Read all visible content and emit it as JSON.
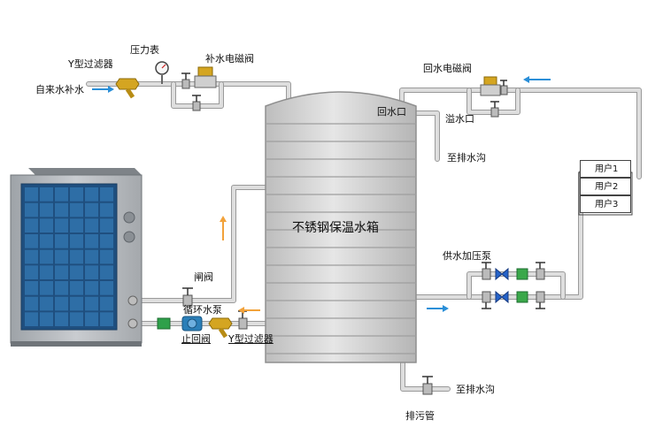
{
  "title": "不锈钢保温水箱",
  "labels": {
    "y_filter_top": "Y型过滤器",
    "pressure_gauge": "压力表",
    "makeup_valve": "补水电磁阀",
    "tap_water": "自来水补水",
    "return_valve": "回水电磁阀",
    "return_port": "回水口",
    "overflow_port": "溢水口",
    "drain_top": "至排水沟",
    "gate_valve": "闸阀",
    "circ_pump": "循环水泵",
    "check_valve": "止回阀",
    "y_filter_bottom": "Y型过滤器",
    "booster_pump": "供水加压泵",
    "drain_bottom": "至排水沟",
    "sewage_pipe": "排污管"
  },
  "users": [
    "用户1",
    "用户2",
    "用户3"
  ],
  "colors": {
    "pipe": "#c9c9c9",
    "pipe_edge": "#9a9a9a",
    "tank": "#cfcfcf",
    "panel": "#2e6ea6",
    "flow_arrow": "#2a8fd8",
    "up_arrow": "#f2a23a",
    "valve_gold": "#d4a521",
    "valve_green": "#3aa84a",
    "valve_blue": "#2563c9"
  }
}
